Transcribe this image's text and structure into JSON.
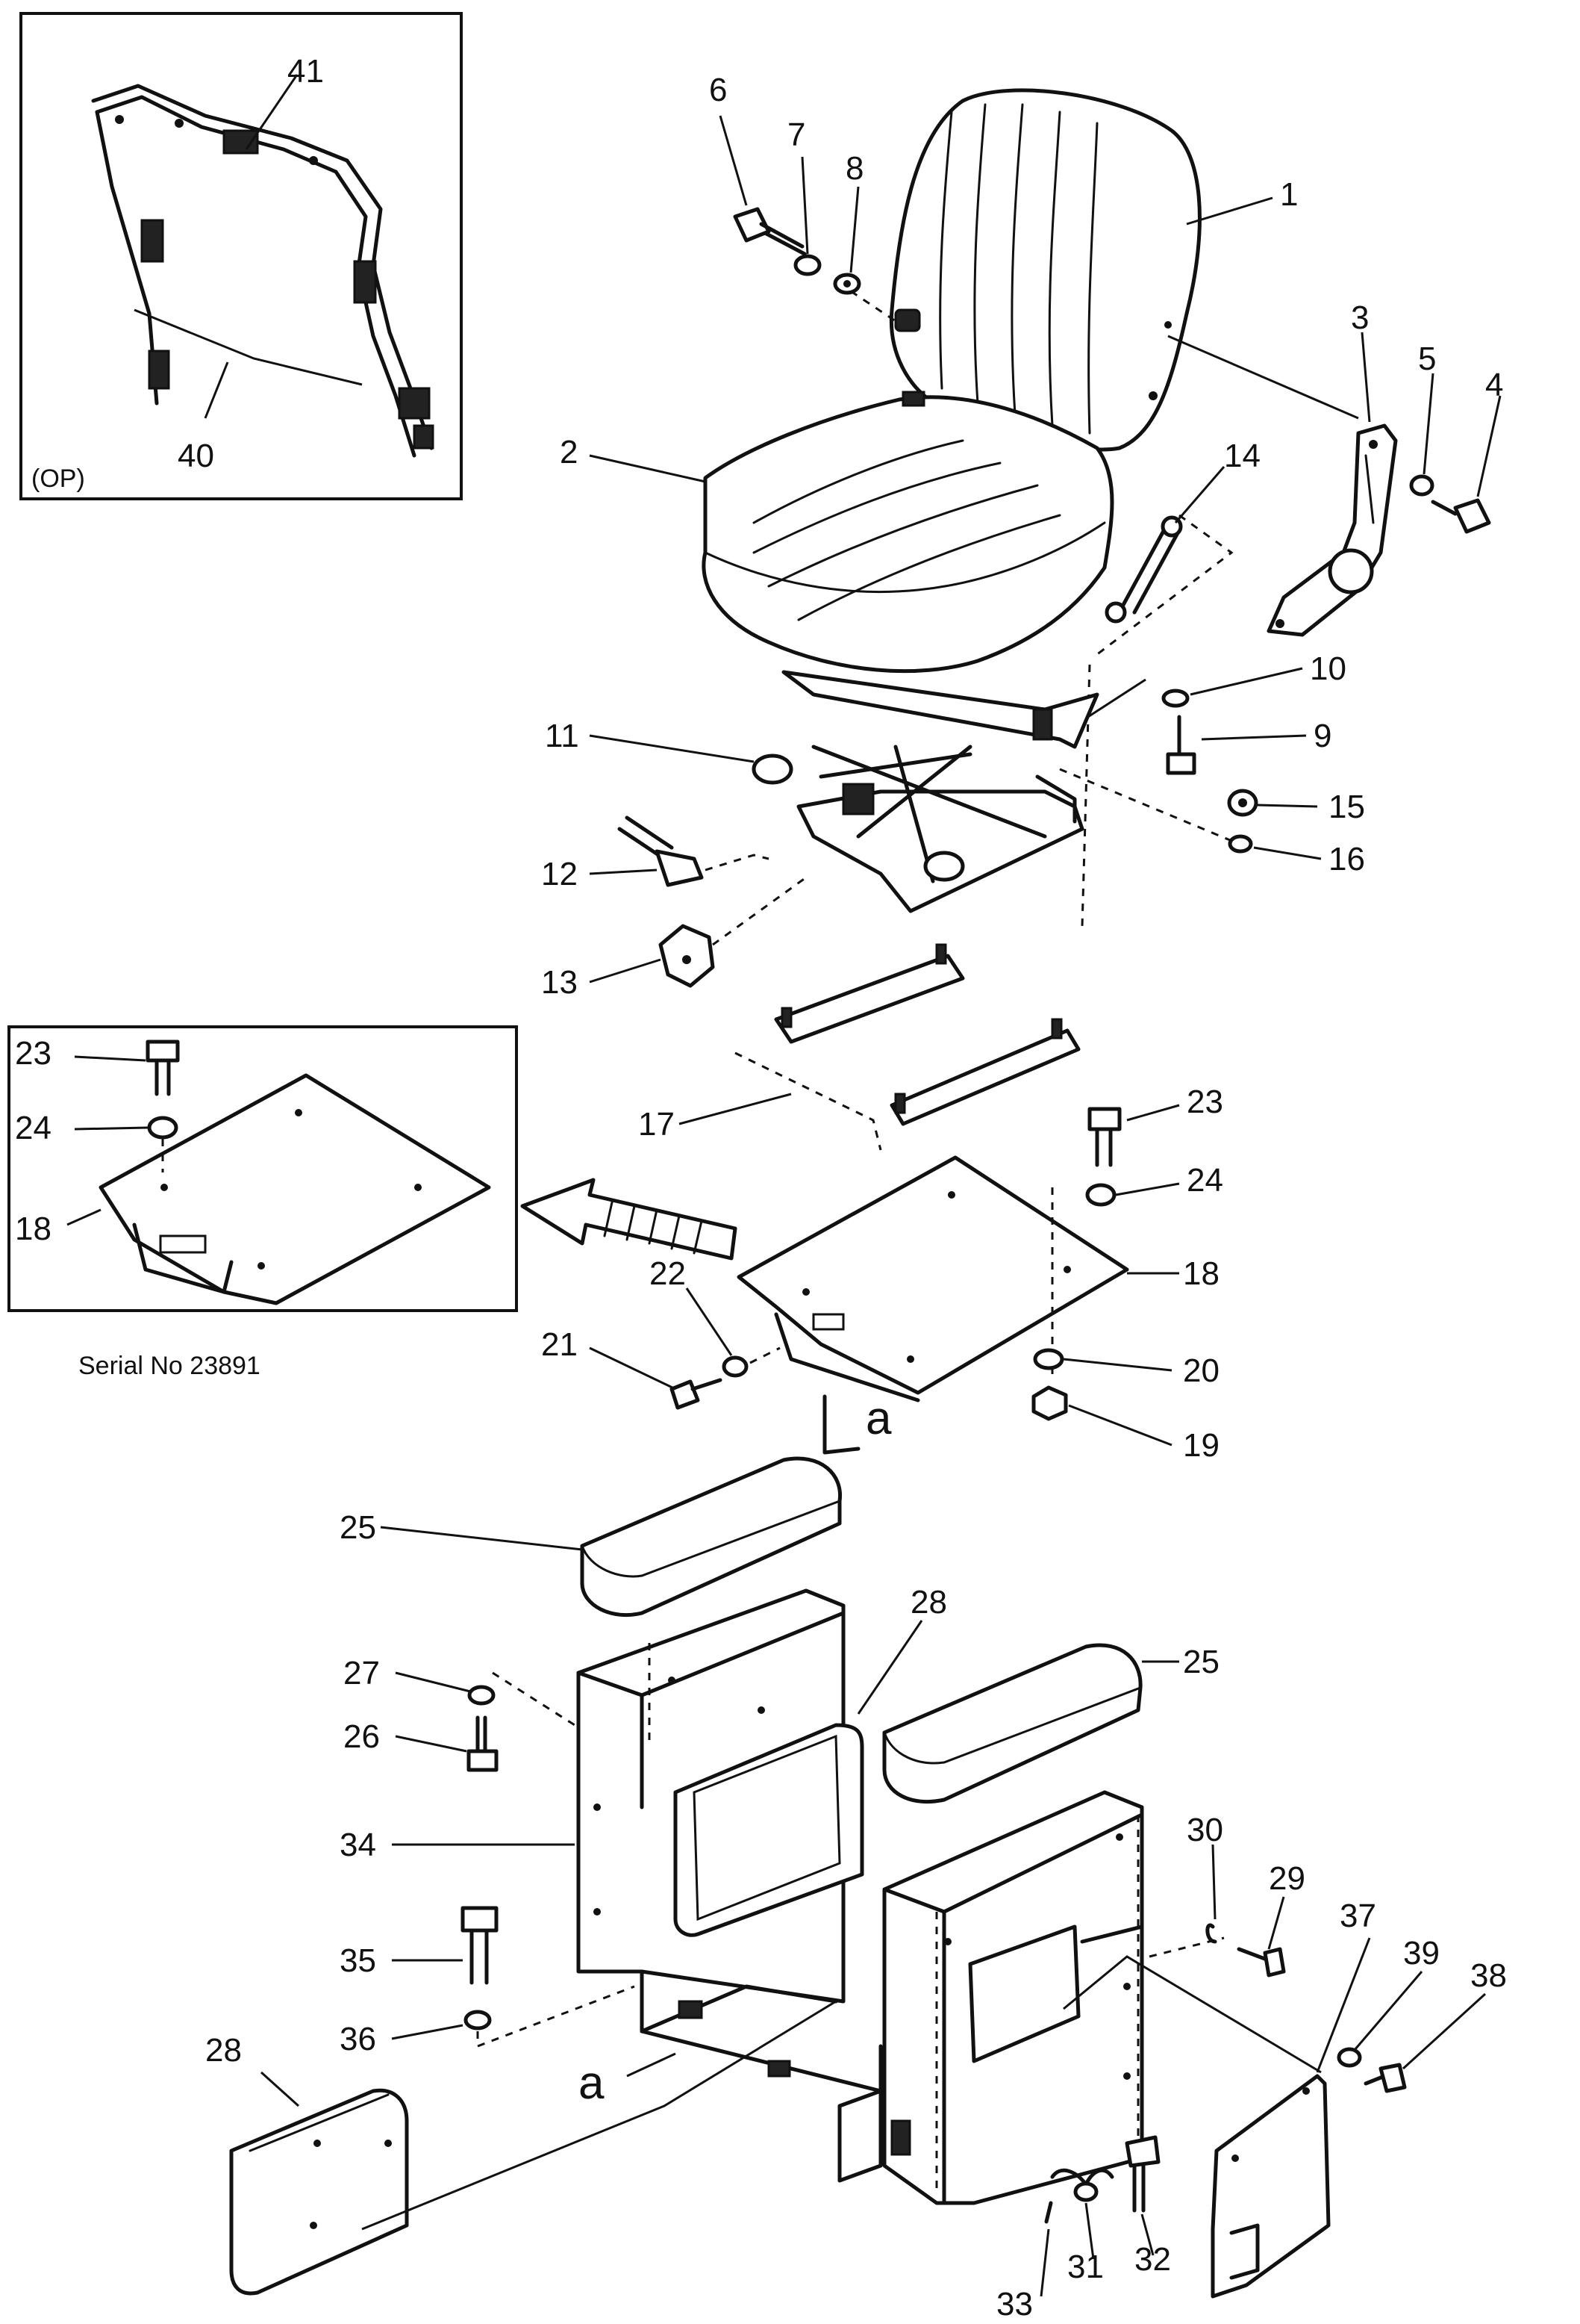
{
  "inset_top": {
    "tag": "(OP)"
  },
  "inset_mid": {
    "serial_note": "Serial No 23891"
  },
  "view_letter": "a",
  "callouts": {
    "p1": "1",
    "p2": "2",
    "p3": "3",
    "p4": "4",
    "p5": "5",
    "p6": "6",
    "p7": "7",
    "p8": "8",
    "p9": "9",
    "p10": "10",
    "p11": "11",
    "p12": "12",
    "p13": "13",
    "p14": "14",
    "p15": "15",
    "p16": "16",
    "p17": "17",
    "p18": "18",
    "p19": "19",
    "p20": "20",
    "p21": "21",
    "p22": "22",
    "p23": "23",
    "p24": "24",
    "p25": "25",
    "p26": "26",
    "p27": "27",
    "p28": "28",
    "p29": "29",
    "p30": "30",
    "p31": "31",
    "p32": "32",
    "p33": "33",
    "p34": "34",
    "p35": "35",
    "p36": "36",
    "p37": "37",
    "p38": "38",
    "p39": "39",
    "p40": "40",
    "p41": "41"
  }
}
